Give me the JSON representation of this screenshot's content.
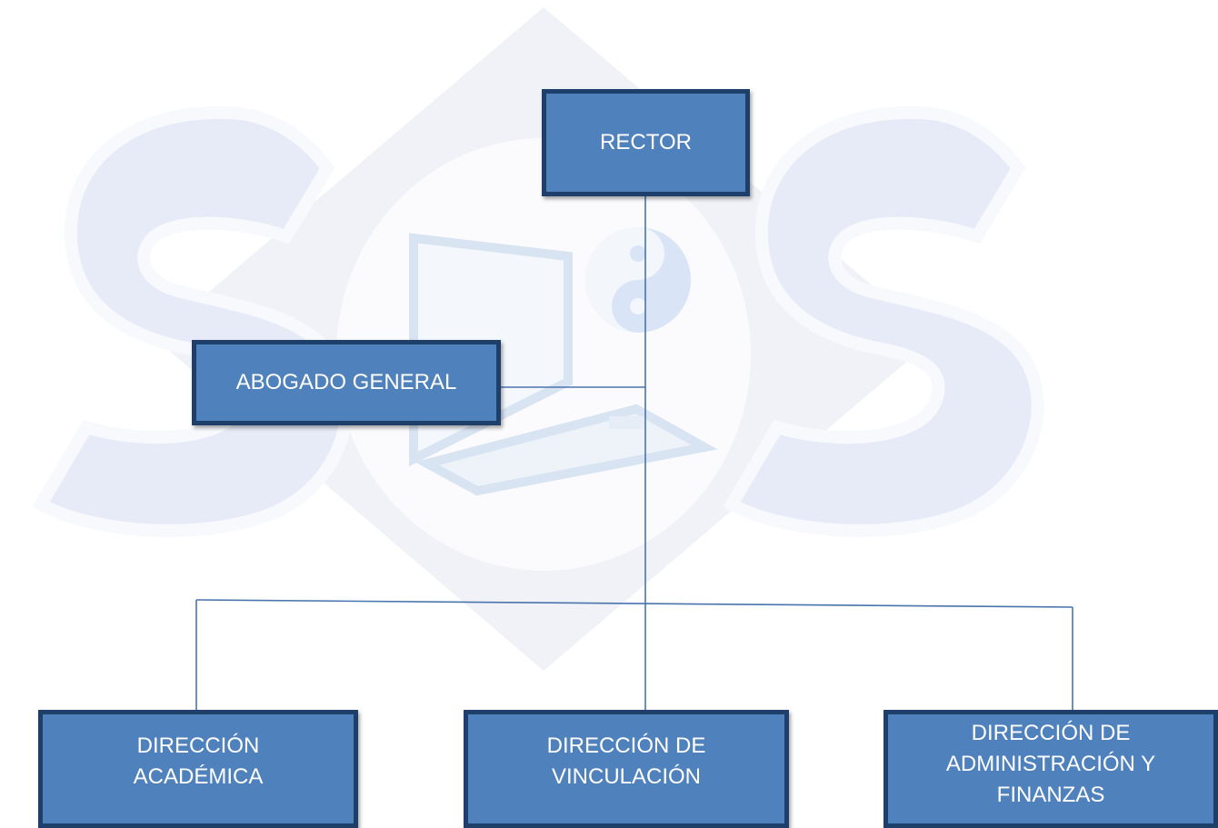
{
  "org_chart": {
    "rector": "RECTOR",
    "abogado": "ABOGADO GENERAL",
    "academica": "DIRECCIÓN\nACADÉMICA",
    "vinculacion": "DIRECCIÓN DE\nVINCULACIÓN",
    "administracion": "DIRECCIÓN DE\nADMINISTRACIÓN Y\nFINANZAS"
  },
  "colors": {
    "box_fill": "#4f81bd",
    "box_border": "#1f3f6b",
    "line": "#4a74ad",
    "text": "#ffffff",
    "watermark": "#e6ebf7"
  },
  "watermark": {
    "icons": [
      "s-letter-icon",
      "diamond-icon",
      "laptop-icon",
      "yin-yang-icon",
      "s-letter-icon"
    ]
  }
}
